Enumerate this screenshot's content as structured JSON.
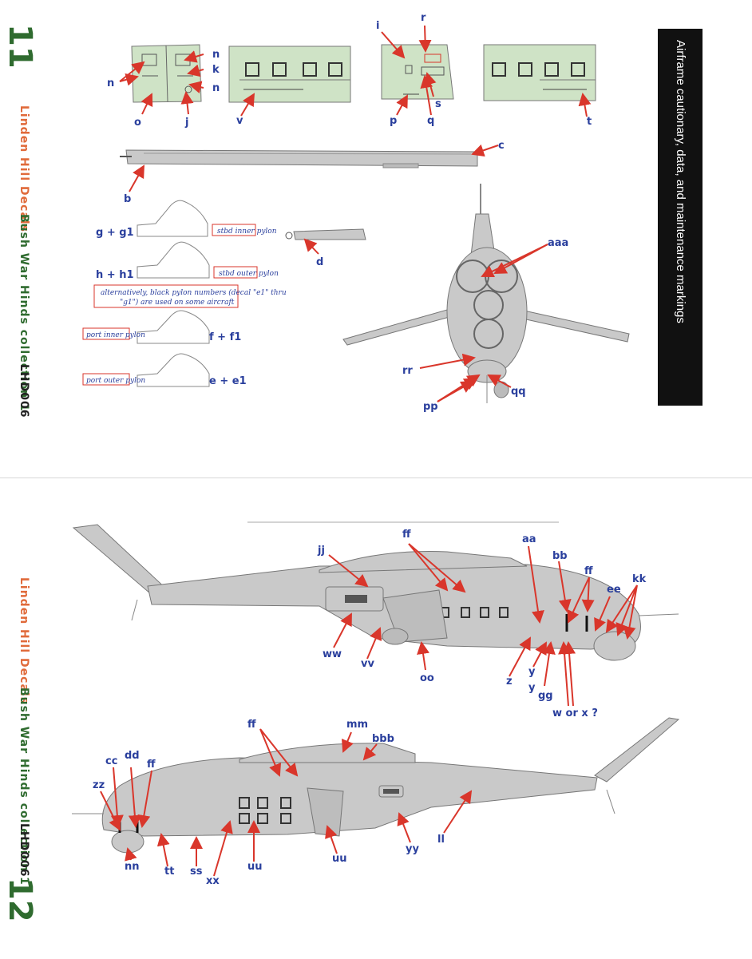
{
  "top_page": {
    "page_number": "11",
    "brand": "Linden Hill Decals",
    "series": "Bush War Hinds collection 1",
    "code": "LHD006",
    "section_title": "Airframe cautionary, data, and maintenance markings",
    "pylon_boxes": {
      "stbd_inner": "stbd inner pylon",
      "stbd_outer": "stbd outer pylon",
      "port_inner": "port inner pylon",
      "port_outer": "port outer pylon"
    },
    "note_line1": "alternatively, black pylon numbers (decal \"e1\" thru",
    "note_line2": "\"g1\") are used on some aircraft",
    "labels": {
      "n": "n",
      "k": "k",
      "o": "o",
      "j": "j",
      "v": "v",
      "i": "i",
      "r": "r",
      "s": "s",
      "p": "p",
      "q": "q",
      "t": "t",
      "b": "b",
      "c": "c",
      "d": "d",
      "g_g1": "g + g1",
      "h_h1": "h + h1",
      "f_f1": "f + f1",
      "e_e1": "e + e1",
      "aaa": "aaa",
      "rr": "rr",
      "qq": "qq",
      "pp": "pp"
    }
  },
  "bottom_page": {
    "page_number": "12",
    "brand": "Linden Hill Decals",
    "series": "Bush War Hinds collection 1",
    "code": "LHD006",
    "upper_labels": {
      "jj": "jj",
      "ff": "ff",
      "aa": "aa",
      "bb": "bb",
      "ee": "ee",
      "kk": "kk",
      "ww": "ww",
      "vv": "vv",
      "oo": "oo",
      "z": "z",
      "y": "y",
      "gg": "gg",
      "w_or_x": "w or x ?"
    },
    "lower_labels": {
      "ff": "ff",
      "mm": "mm",
      "bbb": "bbb",
      "cc": "cc",
      "dd": "dd",
      "zz": "zz",
      "nn": "nn",
      "tt": "tt",
      "ss": "ss",
      "xx": "xx",
      "uu": "uu",
      "yy": "yy",
      "ll": "ll"
    }
  },
  "colors": {
    "panel_green": "#cfe3c6",
    "airframe_grey": "#c9c9c9",
    "arrow_red": "#d9362b",
    "label_blue": "#2a3f9d",
    "brand_orange": "#e06a3a",
    "series_green": "#2f6b2f",
    "pylon_box_red": "#d9362b"
  }
}
